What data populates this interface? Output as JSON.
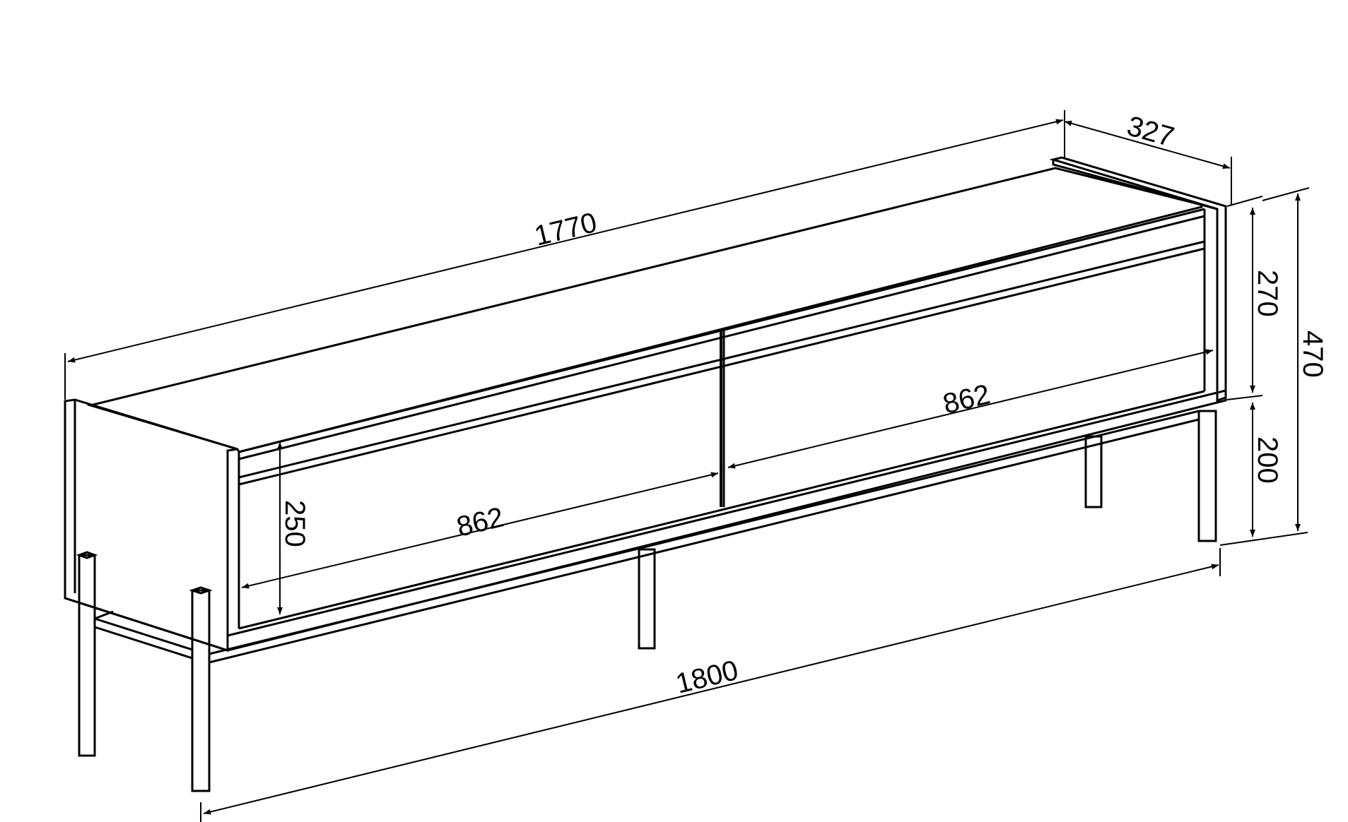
{
  "colors": {
    "stroke": "#000000",
    "background": "#ffffff"
  },
  "dimensions": {
    "top_length": "1770",
    "depth": "327",
    "body_height": "270",
    "total_height": "470",
    "leg_height": "200",
    "door_width_right": "862",
    "door_width_left": "862",
    "door_height": "250",
    "bottom_length": "1800"
  }
}
